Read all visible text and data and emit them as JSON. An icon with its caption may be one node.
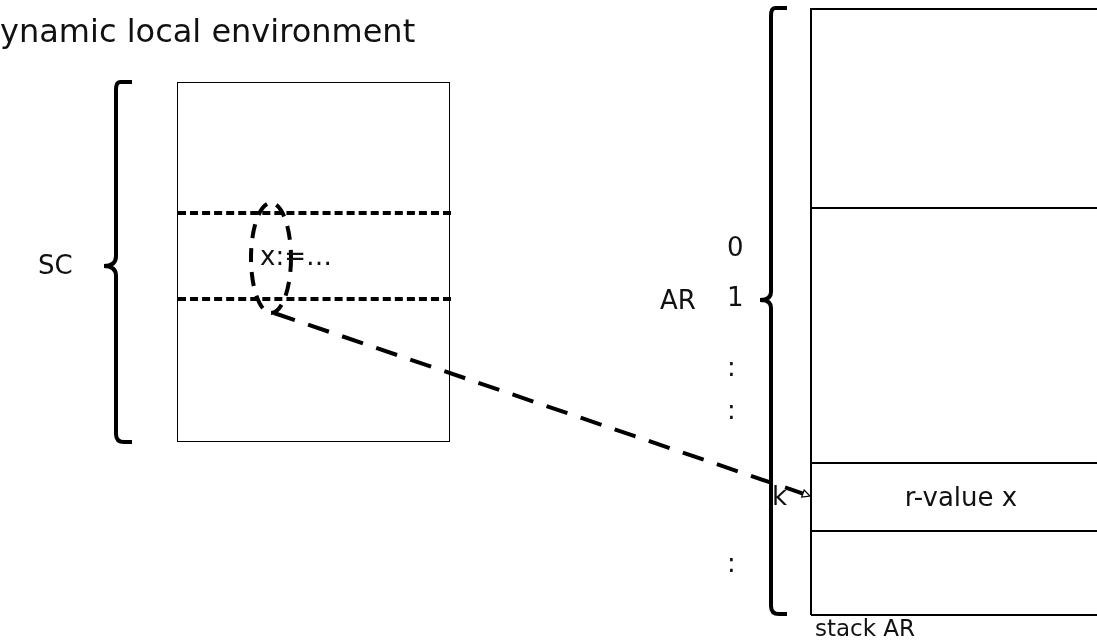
{
  "diagram": {
    "title": "ynamic local environment",
    "nodes": [
      {
        "text": [],
        "shape": "box"
      },
      {
        "text": [
          "x:=…"
        ],
        "in": 0
      },
      {
        "text": [],
        "shape": "circle",
        "in": 0
      },
      {
        "text": [],
        "shape": "box",
        "beside": [
          "stack AR"
        ]
      },
      {
        "text": [],
        "shape": "box",
        "in": 3
      },
      {
        "text": [],
        "shape": "box",
        "in": 3
      },
      {
        "text": [
          "r-value x"
        ],
        "in": 3,
        "beside": [
          "k"
        ]
      },
      {
        "text": [],
        "shape": "box",
        "in": 3
      }
    ],
    "edges": [
      {
        "from": 2,
        "to": 6,
        "arrow": "to",
        "style": "dashed"
      }
    ],
    "labels": [
      "SC",
      "AR",
      "0",
      "1",
      ":",
      ":",
      ":"
    ]
  }
}
